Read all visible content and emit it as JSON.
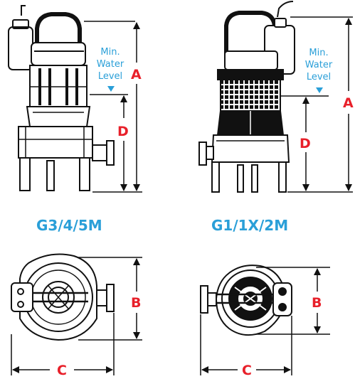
{
  "colors": {
    "dimension_letter": "#e8202a",
    "model_label": "#2a9fd8",
    "water_level": "#2a9fd8",
    "line": "#111111"
  },
  "left_pump": {
    "model": "G3/4/5M",
    "water_label": [
      "Min.",
      "Water",
      "Level"
    ],
    "dim_height": "A",
    "dim_depth": "D",
    "dim_width": "B",
    "dim_length": "C"
  },
  "right_pump": {
    "model": "G1/1X/2M",
    "water_label": [
      "Min.",
      "Water",
      "Level"
    ],
    "dim_height": "A",
    "dim_depth": "D",
    "dim_width": "B",
    "dim_length": "C"
  }
}
